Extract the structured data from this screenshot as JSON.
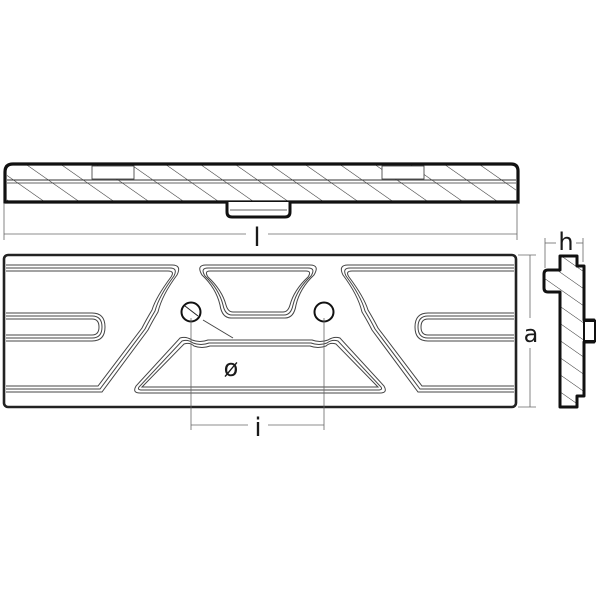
{
  "drawing": {
    "title": "Anode plate technical drawing",
    "colors": {
      "outline": "#1a1a1a",
      "thin_line": "#555555",
      "dim_line": "#666666",
      "background": "#ffffff"
    },
    "views": {
      "top_section": {
        "name": "Side section view (hatched)"
      },
      "front": {
        "name": "Front view with channels and bolt holes"
      },
      "end_section": {
        "name": "End section profile (hatched)"
      }
    },
    "dimensions": {
      "length_label": "l",
      "height_label": "a",
      "thickness_label": "h",
      "hole_spacing_label": "i",
      "hole_diameter_label": "ø"
    }
  }
}
